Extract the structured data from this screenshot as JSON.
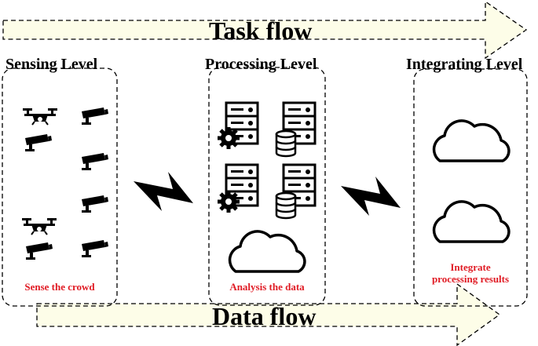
{
  "task_flow": {
    "label": "Task flow",
    "fill": "#fdfde8"
  },
  "data_flow": {
    "label": "Data flow",
    "fill": "#fdfde8"
  },
  "levels": [
    {
      "title": "Sensing Level",
      "caption": "Sense the crowd",
      "icons": [
        "drone-icon",
        "camera-icon"
      ]
    },
    {
      "title": "Processing Level",
      "caption": "Analysis the data",
      "icons": [
        "server-icon",
        "database-icon",
        "gear-icon",
        "cloud-icon"
      ]
    },
    {
      "title": "Integrating Level",
      "caption_lines": [
        "Integrate",
        "processing results"
      ],
      "icons": [
        "cloud-icon"
      ]
    }
  ],
  "colors": {
    "caption": "#e01b24",
    "lines": "#000000",
    "arrow_fill": "#fdfde8"
  },
  "links": [
    "lightning-icon",
    "lightning-icon"
  ]
}
